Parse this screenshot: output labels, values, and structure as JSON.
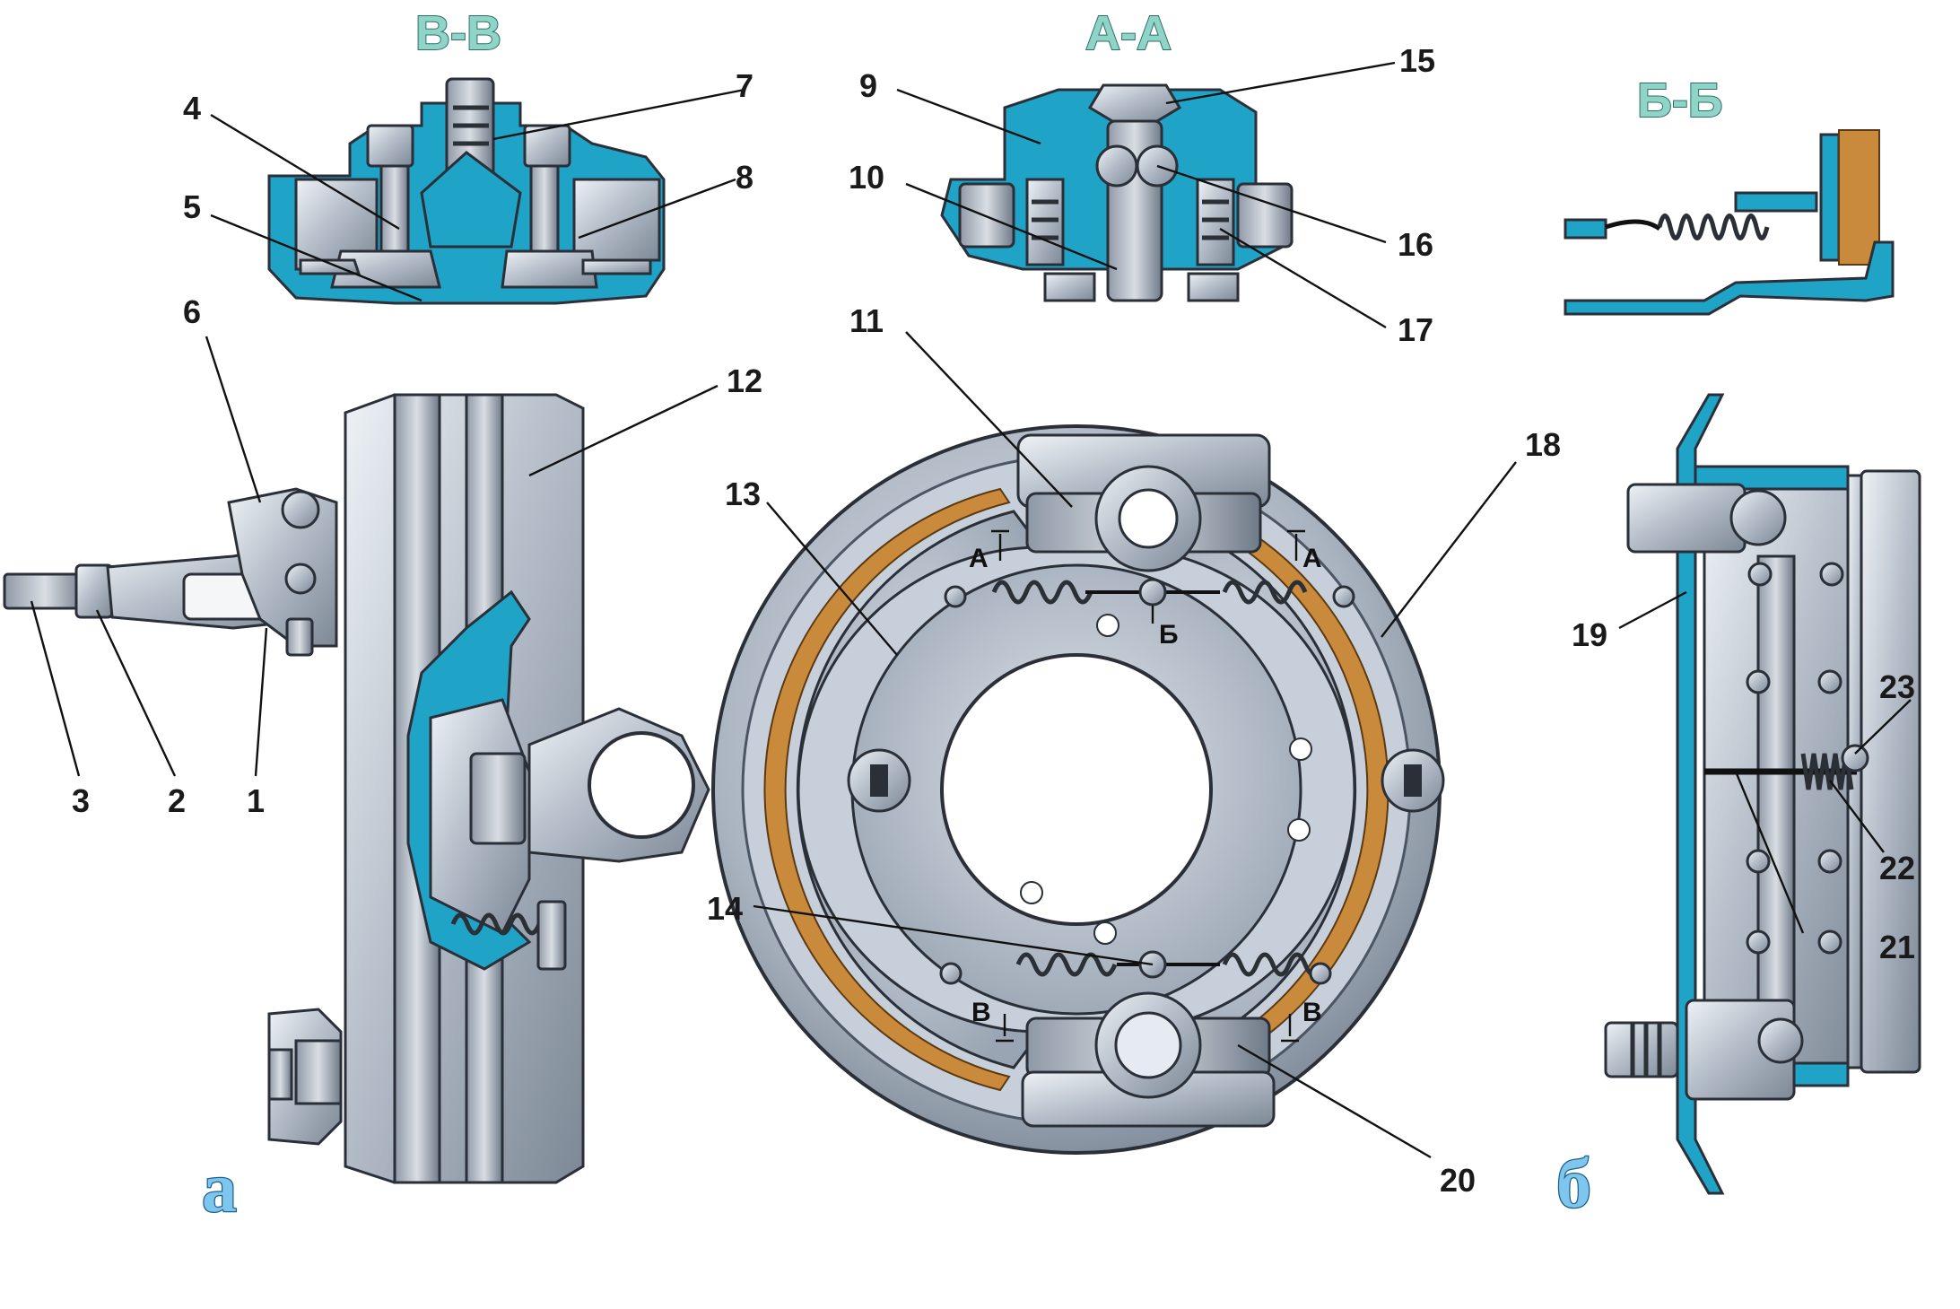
{
  "figure": {
    "section_titles": {
      "vv": "В-В",
      "aa": "А-А",
      "bb": "Б-Б"
    },
    "panel_labels": {
      "a": "а",
      "b": "б"
    },
    "callouts": [
      "1",
      "2",
      "3",
      "4",
      "5",
      "6",
      "7",
      "8",
      "9",
      "10",
      "11",
      "12",
      "13",
      "14",
      "15",
      "16",
      "17",
      "18",
      "19",
      "20",
      "21",
      "22",
      "23"
    ],
    "cut_marks": {
      "a_left": "А",
      "a_right": "А",
      "b_mid": "Б",
      "v_left": "В",
      "v_right": "В"
    }
  },
  "colors": {
    "section_cut": "#1fa3c6",
    "lining": "#c98a3c",
    "metal": "#b9c2cc"
  }
}
